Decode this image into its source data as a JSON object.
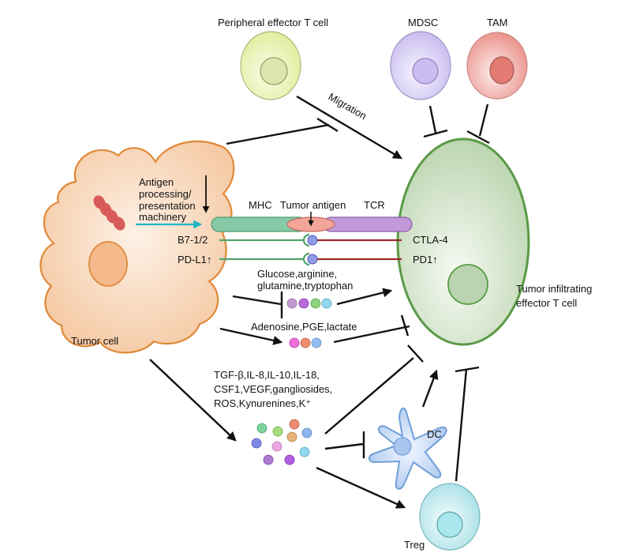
{
  "labels": {
    "peripheral_t_cell": "Peripheral effector T cell",
    "mdsc": "MDSC",
    "tam": "TAM",
    "migration": "Migration",
    "antigen_machinery": [
      "Antigen",
      "processing/",
      "presentation",
      "machinery"
    ],
    "mhc": "MHC",
    "tumor_antigen": "Tumor antigen",
    "tcr": "TCR",
    "b7": "B7-1/2",
    "pdl1": "PD-L1↑",
    "ctla4": "CTLA-4",
    "pd1": "PD1↑",
    "nutrients": [
      "Glucose,arginine,",
      "glutamine,tryptophan"
    ],
    "metabolites": "Adenosine,PGE,lactate",
    "cytokines": [
      "TGF-β,IL-8,IL-10,IL-18,",
      "CSF1,VEGF,gangliosides,",
      "ROS,Kynurenines,K⁺"
    ],
    "tumor_cell": "Tumor cell",
    "til": [
      "Tumor infiltrating",
      "effector T cell"
    ],
    "dc": "DC",
    "treg": "Treg"
  },
  "colors": {
    "tumor_fill": "#f7cfae",
    "tumor_stroke": "#e0893a",
    "til_fill": "#d6e6cf",
    "til_stroke": "#5a9a47",
    "peripheral_fill": "#eef3c6",
    "mdsc_fill": "#ddd6f5",
    "tam_fill": "#f1aaa5",
    "dc_fill": "#c7daf5",
    "treg_fill": "#cdeff2",
    "mhc": "#86c9a7",
    "tcr": "#c39ad9",
    "antigen": "#f4a59a",
    "cyan_arrow": "#22b5c7",
    "ligand_line": "#4fa36b",
    "receptor_line": "#9a2a2a",
    "nutrient_dots": [
      "#c49bd1",
      "#b76ad8",
      "#8fd37f",
      "#8fd8ef"
    ],
    "metabolite_dots": [
      "#ef6fd9",
      "#ef8f6f",
      "#8fbff0"
    ],
    "cytokine_dots": [
      "#7fd39f",
      "#a6dd7f",
      "#ef8a72",
      "#8fb7ef",
      "#7f87e8",
      "#e9a8df",
      "#e8b27a",
      "#8fd8ef",
      "#b07ad4",
      "#b05ee0"
    ]
  }
}
